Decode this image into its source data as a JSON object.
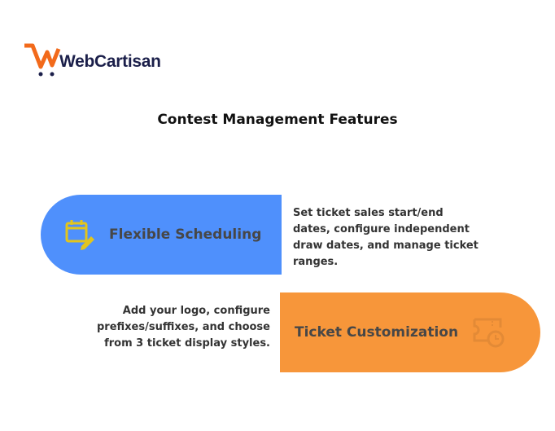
{
  "logo": {
    "text": "WebCartisan"
  },
  "title": "Contest Management Features",
  "features": [
    {
      "label": "Flexible Scheduling",
      "icon": "calendar-edit-icon",
      "color": "#4f90fc",
      "description": "Set ticket sales start/end dates, configure independent draw dates, and manage ticket ranges."
    },
    {
      "label": "Ticket Customization",
      "icon": "ticket-clock-icon",
      "color": "#f7963a",
      "description": "Add your logo, configure prefixes/suffixes, and choose from 3 ticket display styles."
    }
  ]
}
